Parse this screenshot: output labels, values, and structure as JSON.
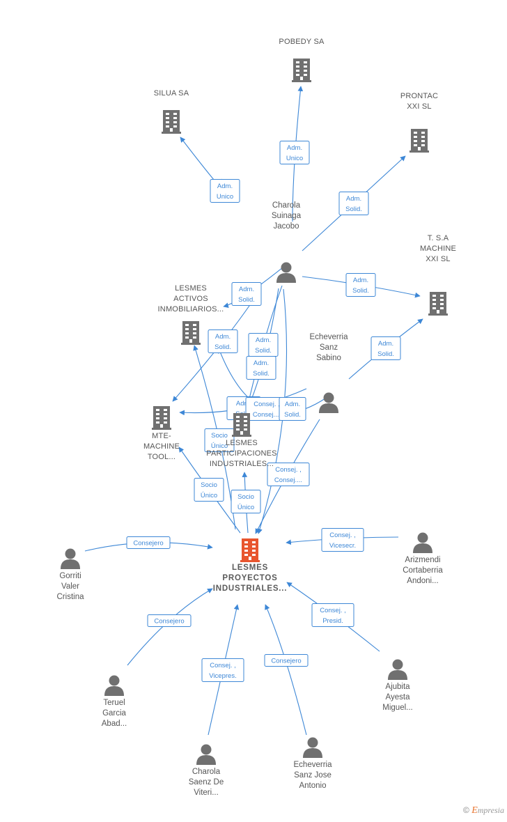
{
  "colors": {
    "edge": "#3d87d6",
    "node": "#707070",
    "main": "#e8552e"
  },
  "nodes": [
    {
      "id": "pobedy",
      "kind": "company",
      "lines": [
        "POBEDY SA"
      ]
    },
    {
      "id": "silua",
      "kind": "company",
      "lines": [
        "SILUA SA"
      ]
    },
    {
      "id": "prontac",
      "kind": "company",
      "lines": [
        "PRONTAC",
        "XXI  SL"
      ]
    },
    {
      "id": "charola_j",
      "kind": "person",
      "lines": [
        "Charola",
        "Suinaga",
        "Jacobo"
      ]
    },
    {
      "id": "tsa",
      "kind": "company",
      "lines": [
        "T. S.A",
        "MACHINE",
        "XXI SL"
      ]
    },
    {
      "id": "activos",
      "kind": "company",
      "lines": [
        "LESMES",
        "ACTIVOS",
        "INMOBILIARIOS..."
      ]
    },
    {
      "id": "echeverria_s",
      "kind": "person",
      "lines": [
        "Echeverria",
        "Sanz",
        "Sabino"
      ]
    },
    {
      "id": "mte",
      "kind": "company",
      "lines": [
        "MTE-",
        "MACHINE",
        "TOOL..."
      ]
    },
    {
      "id": "participaciones",
      "kind": "company",
      "lines": [
        "LESMES",
        "PARTICIPACIONES",
        "INDUSTRIALES..."
      ]
    },
    {
      "id": "main",
      "kind": "main",
      "lines": [
        "LESMES",
        "PROYECTOS",
        "INDUSTRIALES..."
      ]
    },
    {
      "id": "gorriti",
      "kind": "person",
      "lines": [
        "Gorriti",
        "Valer",
        "Cristina"
      ]
    },
    {
      "id": "arizmendi",
      "kind": "person",
      "lines": [
        "Arizmendi",
        "Cortaberria",
        "Andoni..."
      ]
    },
    {
      "id": "teruel",
      "kind": "person",
      "lines": [
        "Teruel",
        "Garcia",
        "Abad..."
      ]
    },
    {
      "id": "ajubita",
      "kind": "person",
      "lines": [
        "Ajubita",
        "Ayesta",
        "Miguel..."
      ]
    },
    {
      "id": "charola_v",
      "kind": "person",
      "lines": [
        "Charola",
        "Saenz De",
        "Viteri..."
      ]
    },
    {
      "id": "echeverria_j",
      "kind": "person",
      "lines": [
        "Echeverria",
        "Sanz Jose",
        "Antonio"
      ]
    }
  ],
  "edges": [
    {
      "id": "e1",
      "lines": [
        "Adm.",
        "Unico"
      ]
    },
    {
      "id": "e2",
      "lines": [
        "Adm.",
        "Unico"
      ]
    },
    {
      "id": "e3",
      "lines": [
        "Adm.",
        "Solid."
      ]
    },
    {
      "id": "e4",
      "lines": [
        "Adm.",
        "Solid."
      ]
    },
    {
      "id": "e5",
      "lines": [
        "Adm.",
        "Solid."
      ]
    },
    {
      "id": "e6",
      "lines": [
        "Adm.",
        "Solid."
      ]
    },
    {
      "id": "e7",
      "lines": [
        "Adm.",
        "Solid."
      ]
    },
    {
      "id": "e8",
      "lines": [
        "Adm.",
        "Solid."
      ]
    },
    {
      "id": "e9",
      "lines": [
        "Adm.",
        "Solid."
      ]
    },
    {
      "id": "e10",
      "lines": [
        "Adm.",
        "Solid."
      ]
    },
    {
      "id": "e11",
      "lines": [
        "Consej. ,",
        "Consej...."
      ]
    },
    {
      "id": "e12",
      "lines": [
        "Adm.",
        "Solid."
      ]
    },
    {
      "id": "e13",
      "lines": [
        "Socio",
        "Único"
      ]
    },
    {
      "id": "e14",
      "lines": [
        "Socio",
        "Único"
      ]
    },
    {
      "id": "e15",
      "lines": [
        "Socio",
        "Único"
      ]
    },
    {
      "id": "e16",
      "lines": [
        "Consej. ,",
        "Consej...."
      ]
    },
    {
      "id": "e17",
      "lines": [
        "Consejero"
      ]
    },
    {
      "id": "e18",
      "lines": [
        "Consej. ,",
        "Vicesecr."
      ]
    },
    {
      "id": "e19",
      "lines": [
        "Consejero"
      ]
    },
    {
      "id": "e20",
      "lines": [
        "Consej. ,",
        "Presid."
      ]
    },
    {
      "id": "e21",
      "lines": [
        "Consej. ,",
        "Vicepres."
      ]
    },
    {
      "id": "e22",
      "lines": [
        "Consejero"
      ]
    }
  ],
  "credit": {
    "symbol": "©",
    "brand_initial": "E",
    "brand_rest": "mpresia"
  }
}
